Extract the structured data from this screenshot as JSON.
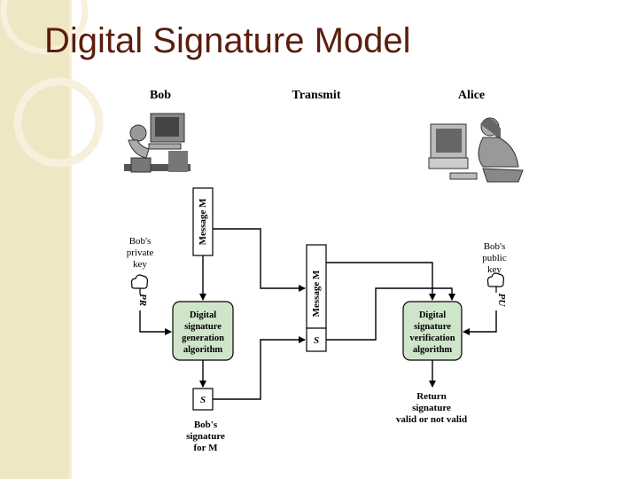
{
  "slide": {
    "title": "Digital Signature Model"
  },
  "diagram": {
    "headers": {
      "bob": "Bob",
      "transmit": "Transmit",
      "alice": "Alice"
    },
    "bob_private_key": [
      "Bob's",
      "private",
      "key"
    ],
    "bob_public_key": [
      "Bob's",
      "public",
      "key"
    ],
    "private_key_symbol": "PR",
    "public_key_symbol": "PU",
    "message_label": "Message M",
    "transmitted_message_label": "Message M",
    "signature_symbol": "S",
    "transmitted_signature_symbol": "S",
    "generation_box": [
      "Digital",
      "signature",
      "generation",
      "algorithm"
    ],
    "verification_box": [
      "Digital",
      "signature",
      "verification",
      "algorithm"
    ],
    "signature_caption": [
      "Bob's",
      "signature",
      "for M"
    ],
    "result_caption": [
      "Return",
      "signature",
      "valid or not valid"
    ],
    "colors": {
      "algorithm_box_fill": "#cfe5c9",
      "title_color": "#5a1e0c",
      "stripe": "#efe6c4"
    }
  }
}
